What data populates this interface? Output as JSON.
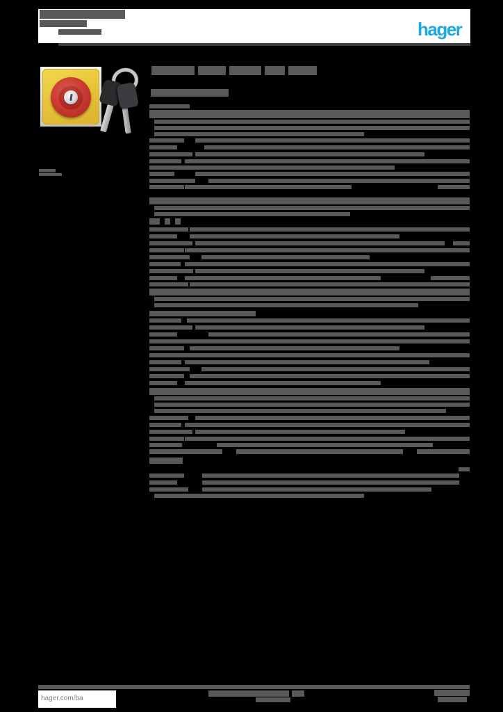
{
  "page": {
    "background_color": "#000000",
    "ink_color": "#58595B",
    "paper_band_color": "#FFFFFF"
  },
  "header": {
    "logo": {
      "text": "hager",
      "color": "#1CA9E1"
    },
    "rule_color": "#3E4043"
  },
  "product_image": {
    "description": "emergency-stop-key-release-switch-with-two-keys",
    "plate_color": "#E7C53A",
    "button_outer_color": "#C93A31",
    "button_inner_color": "#AB241F",
    "cylinder_color": "#D8DADC",
    "key_head_color": "#2A2B2D",
    "key_blade_color": "#B9BCBF"
  },
  "footer": {
    "url_text": "hager.com/ba"
  },
  "redacted": {
    "note": "all body text is greeked/illegible gray bars; geometry in page px",
    "groups": [
      {
        "name": "header-text-redacted",
        "rows": [
          [
            14,
            13,
            [
              [
                57,
                123
              ]
            ]
          ],
          [
            29,
            10,
            [
              [
                57,
                68
              ]
            ]
          ],
          [
            42,
            8,
            [
              [
                84,
                62
              ]
            ]
          ]
        ]
      },
      {
        "name": "page-title-redacted",
        "rows": [
          [
            95,
            13,
            [
              [
                218,
                62
              ],
              [
                285,
                40
              ],
              [
                330,
                46
              ],
              [
                381,
                29
              ],
              [
                415,
                41
              ]
            ]
          ]
        ]
      },
      {
        "name": "section-heading-redacted",
        "rows": [
          [
            128,
            11,
            [
              [
                217,
                112
              ]
            ]
          ],
          [
            658,
            9,
            [
              [
                215,
                48
              ]
            ]
          ]
        ]
      },
      {
        "name": "margin-note-redacted",
        "rows": [
          [
            243,
            5,
            [
              [
                56,
                24
              ]
            ]
          ],
          [
            249,
            4,
            [
              [
                56,
                33
              ]
            ]
          ]
        ]
      },
      {
        "name": "spec-text-redacted",
        "rows": [
          [
            150,
            6,
            [
              [
                215,
                58
              ]
            ]
          ],
          [
            158,
            12,
            [
              [
                215,
                461
              ]
            ]
          ],
          [
            172,
            6,
            [
              [
                222,
                454
              ]
            ]
          ],
          [
            181,
            6,
            [
              [
                222,
                454
              ]
            ]
          ],
          [
            190,
            6,
            [
              [
                222,
                302
              ]
            ]
          ],
          [
            199,
            6,
            [
              [
                215,
                50
              ],
              [
                281,
                395
              ]
            ]
          ],
          [
            209,
            6,
            [
              [
                215,
                40
              ],
              [
                294,
                382
              ]
            ]
          ],
          [
            219,
            6,
            [
              [
                215,
                62
              ],
              [
                281,
                330
              ]
            ]
          ],
          [
            229,
            6,
            [
              [
                215,
                46
              ],
              [
                266,
                410
              ]
            ]
          ],
          [
            238,
            6,
            [
              [
                215,
                56
              ],
              [
                266,
                302
              ]
            ]
          ],
          [
            247,
            6,
            [
              [
                215,
                36
              ],
              [
                281,
                395
              ]
            ]
          ],
          [
            257,
            6,
            [
              [
                215,
                66
              ],
              [
                300,
                376
              ]
            ]
          ],
          [
            266,
            6,
            [
              [
                215,
                50
              ],
              [
                266,
                240
              ],
              [
                630,
                46
              ]
            ]
          ],
          [
            284,
            10,
            [
              [
                215,
                461
              ]
            ]
          ],
          [
            296,
            6,
            [
              [
                222,
                454
              ]
            ]
          ],
          [
            305,
            6,
            [
              [
                222,
                282
              ]
            ]
          ],
          [
            314,
            9,
            [
              [
                215,
                15
              ],
              [
                237,
                8
              ],
              [
                252,
                8
              ]
            ]
          ],
          [
            327,
            6,
            [
              [
                215,
                56
              ],
              [
                273,
                403
              ]
            ]
          ],
          [
            337,
            6,
            [
              [
                215,
                40
              ],
              [
                273,
                302
              ]
            ]
          ],
          [
            347,
            6,
            [
              [
                215,
                62
              ],
              [
                281,
                359
              ],
              [
                652,
                24
              ]
            ]
          ],
          [
            357,
            6,
            [
              [
                215,
                50
              ],
              [
                266,
                410
              ]
            ]
          ],
          [
            367,
            6,
            [
              [
                215,
                58
              ],
              [
                290,
                242
              ]
            ]
          ],
          [
            377,
            6,
            [
              [
                215,
                45
              ],
              [
                266,
                410
              ]
            ]
          ],
          [
            387,
            6,
            [
              [
                215,
                63
              ],
              [
                281,
                330
              ]
            ]
          ],
          [
            397,
            6,
            [
              [
                215,
                40
              ],
              [
                266,
                282
              ],
              [
                620,
                56
              ]
            ]
          ],
          [
            406,
            6,
            [
              [
                215,
                56
              ],
              [
                273,
                403
              ]
            ]
          ],
          [
            415,
            10,
            [
              [
                215,
                461
              ]
            ]
          ],
          [
            427,
            6,
            [
              [
                222,
                454
              ]
            ]
          ],
          [
            436,
            6,
            [
              [
                222,
                380
              ]
            ]
          ],
          [
            447,
            8,
            [
              [
                215,
                153
              ]
            ]
          ],
          [
            458,
            6,
            [
              [
                215,
                46
              ],
              [
                269,
                407
              ]
            ]
          ],
          [
            468,
            6,
            [
              [
                215,
                62
              ],
              [
                281,
                330
              ]
            ]
          ],
          [
            478,
            6,
            [
              [
                215,
                40
              ],
              [
                300,
                376
              ]
            ]
          ],
          [
            488,
            6,
            [
              [
                215,
                56
              ],
              [
                266,
                410
              ]
            ]
          ],
          [
            498,
            6,
            [
              [
                215,
                50
              ],
              [
                273,
                302
              ]
            ]
          ],
          [
            508,
            6,
            [
              [
                215,
                66
              ],
              [
                281,
                395
              ]
            ]
          ],
          [
            518,
            6,
            [
              [
                215,
                46
              ],
              [
                266,
                352
              ]
            ]
          ],
          [
            528,
            6,
            [
              [
                215,
                58
              ],
              [
                290,
                386
              ]
            ]
          ],
          [
            538,
            6,
            [
              [
                215,
                50
              ],
              [
                273,
                403
              ]
            ]
          ],
          [
            548,
            6,
            [
              [
                215,
                40
              ],
              [
                266,
                282
              ]
            ]
          ],
          [
            558,
            10,
            [
              [
                215,
                461
              ]
            ]
          ],
          [
            570,
            6,
            [
              [
                222,
                454
              ]
            ]
          ],
          [
            579,
            6,
            [
              [
                222,
                454
              ]
            ]
          ],
          [
            588,
            6,
            [
              [
                222,
                420
              ]
            ]
          ],
          [
            598,
            6,
            [
              [
                215,
                56
              ],
              [
                281,
                395
              ]
            ]
          ],
          [
            608,
            6,
            [
              [
                215,
                46
              ],
              [
                266,
                410
              ]
            ]
          ],
          [
            618,
            6,
            [
              [
                215,
                62
              ],
              [
                281,
                302
              ]
            ]
          ],
          [
            628,
            6,
            [
              [
                215,
                50
              ],
              [
                266,
                410
              ]
            ]
          ],
          [
            637,
            6,
            [
              [
                215,
                47
              ],
              [
                312,
                311
              ]
            ]
          ],
          [
            646,
            7,
            [
              [
                215,
                105
              ],
              [
                340,
                240
              ],
              [
                600,
                76
              ]
            ]
          ],
          [
            672,
            6,
            [
              [
                660,
                16
              ]
            ]
          ],
          [
            681,
            6,
            [
              [
                215,
                50
              ],
              [
                291,
                370
              ]
            ]
          ],
          [
            691,
            6,
            [
              [
                215,
                40
              ],
              [
                291,
                370
              ]
            ]
          ],
          [
            701,
            6,
            [
              [
                215,
                56
              ],
              [
                291,
                330
              ]
            ]
          ],
          [
            710,
            6,
            [
              [
                222,
                302
              ]
            ]
          ]
        ]
      },
      {
        "name": "footer-rule-redacted",
        "rows": [
          [
            985,
            6,
            [
              [
                55,
                621
              ]
            ]
          ]
        ]
      },
      {
        "name": "footer-text-redacted",
        "rows": [
          [
            993,
            9,
            [
              [
                300,
                116
              ],
              [
                420,
                18
              ]
            ]
          ],
          [
            1003,
            7,
            [
              [
                368,
                50
              ]
            ]
          ],
          [
            992,
            9,
            [
              [
                625,
                51
              ]
            ]
          ],
          [
            1002,
            8,
            [
              [
                630,
                42
              ]
            ]
          ]
        ]
      }
    ]
  }
}
